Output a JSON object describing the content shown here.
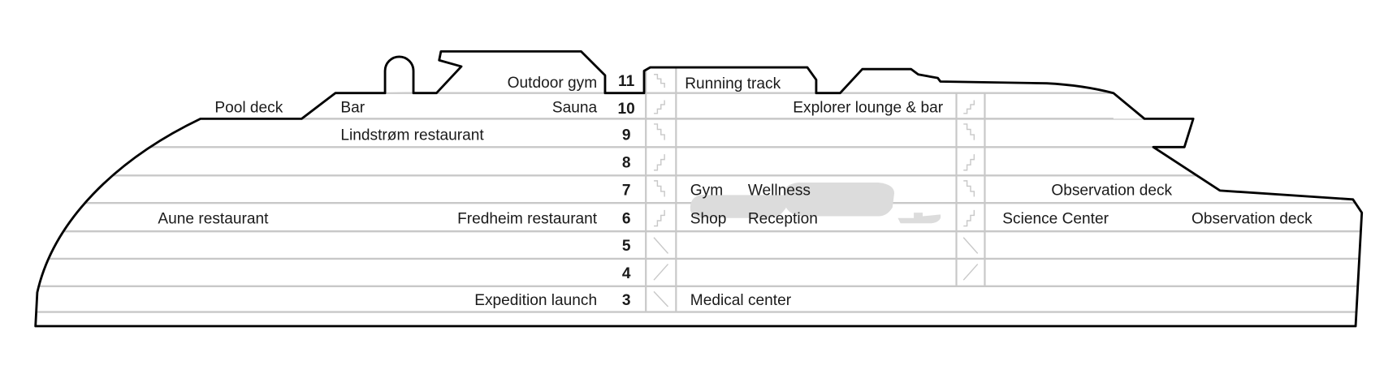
{
  "decks": [
    "11",
    "10",
    "9",
    "8",
    "7",
    "6",
    "5",
    "4",
    "3"
  ],
  "labels": {
    "outdoor_gym": "Outdoor gym",
    "running_track": "Running track",
    "pool_deck": "Pool deck",
    "bar": "Bar",
    "sauna": "Sauna",
    "explorer_lounge": "Explorer lounge & bar",
    "lindstrom": "Lindstrøm restaurant",
    "gym": "Gym",
    "wellness": "Wellness",
    "observation_deck_7": "Observation deck",
    "aune": "Aune restaurant",
    "fredheim": "Fredheim restaurant",
    "shop": "Shop",
    "reception": "Reception",
    "science_center": "Science Center",
    "observation_deck_6": "Observation deck",
    "expedition_launch": "Expedition launch",
    "medical_center": "Medical center"
  },
  "colors": {
    "outline": "#000000",
    "deck_line": "#c8c8c8",
    "text": "#1a1a1a"
  }
}
